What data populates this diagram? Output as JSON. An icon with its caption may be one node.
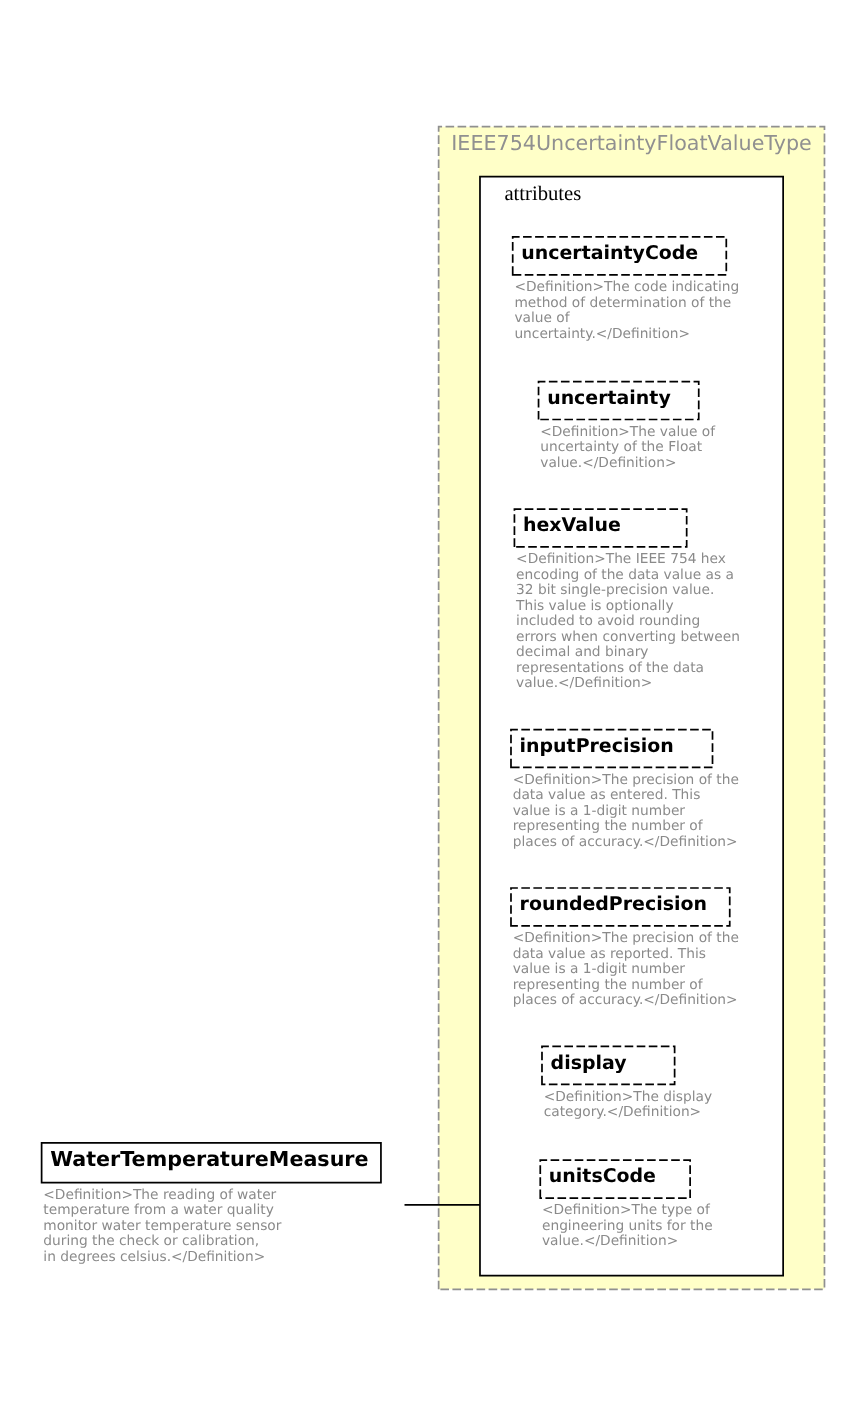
{
  "diagram": {
    "nodes": [
      {
        "text": [
          "WaterTemperatureMeasure"
        ],
        "beside": [
          "<Definition>The reading of water temperature from a water quality monitor water temperature sensor during the check or calibration, in degrees celsius.</Definition>"
        ]
      },
      {
        "text": [
          "IEEE754UncertaintyFloatValueType"
        ]
      },
      {
        "text": [
          "attributes"
        ],
        "in": 1
      },
      {
        "text": [
          "unitsCode"
        ],
        "in": 2,
        "beside": [
          "<Definition>The type of engineering units for the value.</Definition>"
        ]
      },
      {
        "text": [
          "display"
        ],
        "in": 2,
        "beside": [
          "<Definition>The display category.</Definition>"
        ]
      },
      {
        "text": [
          "roundedPrecision"
        ],
        "in": 2,
        "beside": [
          "<Definition>The precision of the data value as reported. This value is a 1-digit number representing the number of places of accuracy.</Definition>"
        ]
      },
      {
        "text": [
          "inputPrecision"
        ],
        "in": 2,
        "beside": [
          "<Definition>The precision of the data value as entered. This value is a 1-digit number representing the number of places of accuracy.</Definition>"
        ]
      },
      {
        "text": [
          "hexValue"
        ],
        "in": 2,
        "beside": [
          "<Definition>The IEEE 754 hex encoding of the data value as a 32 bit single-precision value. This value is optionally included to avoid rounding errors when converting between decimal and binary representations of the data value.</Definition>"
        ]
      },
      {
        "text": [
          "uncertainty"
        ],
        "in": 2,
        "beside": [
          "<Definition>The value of uncertainty of the Float value.</Definition>"
        ]
      },
      {
        "text": [
          "uncertaintyCode"
        ],
        "in": 2,
        "beside": [
          "<Definition>The code indicating method of determination of the value of uncertainty.</Definition>"
        ]
      }
    ],
    "edges": [
      {
        "from": 0,
        "to": 2,
        "arrow": "none"
      }
    ]
  }
}
